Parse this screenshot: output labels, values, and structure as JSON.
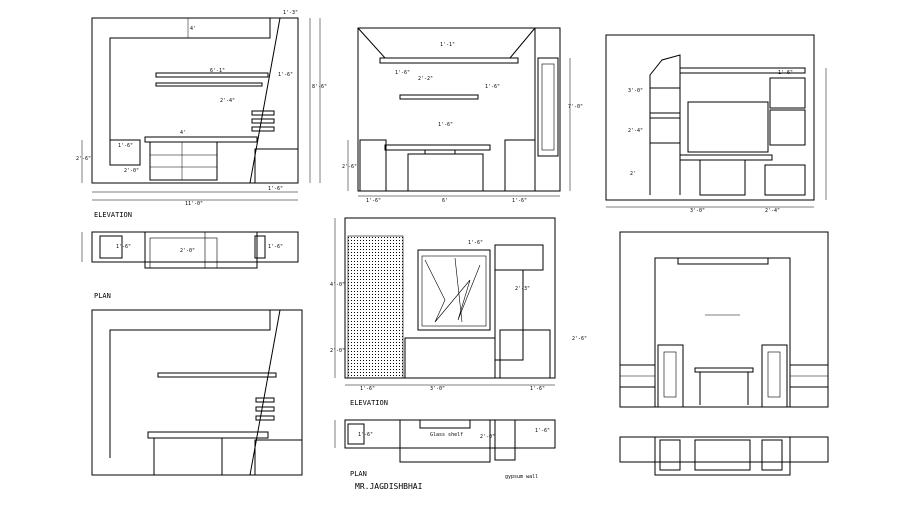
{
  "labels": {
    "elevation_left": "ELEVATION",
    "plan_left": "PLAN",
    "elevation_center": "ELEVATION",
    "plan_center": "PLAN",
    "client": "MR.JAGDISHBHAI",
    "glass_note": "Glass shelf",
    "wall_note": "gypsum wall"
  },
  "dims": {
    "a1": "1'-3\"",
    "a2": "4'",
    "a3": "6'-1\"",
    "a4": "2'-4\"",
    "a5": "2'-0\"",
    "a6": "8'-6\"",
    "a7": "1'-6\"",
    "a8": "2'-6\"",
    "a9": "1'-6\"",
    "a10": "11'-0\"",
    "b1": "1'-6\"",
    "b2": "2'-2\"",
    "b3": "1'-1\"",
    "b4": "1'-6\"",
    "b5": "6'",
    "b6": "2'-6\"",
    "b7": "1'-6\"",
    "b8": "7'-0\"",
    "c1": "3'-0\"",
    "c2": "2'-4\"",
    "c3": "1'-6\"",
    "c4": "2'",
    "c5": "3'-0\"",
    "c6": "2'-4\"",
    "d1": "1'-6\"",
    "d2": "3'-0\"",
    "d3": "1'-6\"",
    "d4": "2'-3\"",
    "d5": "2'-6\"",
    "d6": "4'-0\"",
    "d7": "1'-6\"",
    "d8": "2'-0\"",
    "e1": "1'-6\"",
    "e2": "2'-0\"",
    "e3": "1'-6\""
  }
}
